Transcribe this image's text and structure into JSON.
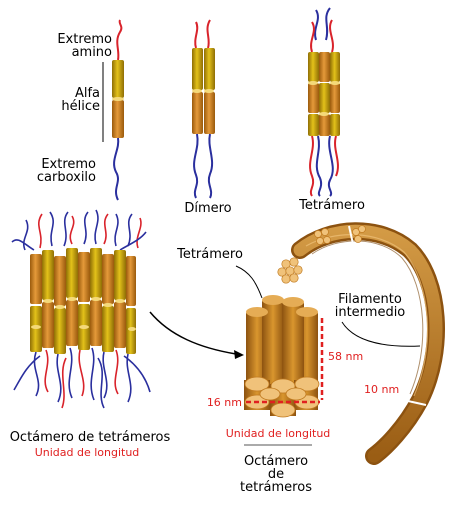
{
  "labels": {
    "extremo_amino_1": "Extremo",
    "extremo_amino_2": "amino",
    "alfa_helice_1": "Alfa",
    "alfa_helice_2": "hélice",
    "extremo_carboxilo_1": "Extremo",
    "extremo_carboxilo_2": "carboxilo",
    "dimero": "Dímero",
    "tetramero_top": "Tetrámero",
    "tetramero_mid": "Tetrámero",
    "filamento_1": "Filamento",
    "filamento_2": "intermedio",
    "octamero_left": "Octámero de tetrámeros",
    "unidad_left": "Unidad de longitud",
    "unidad_right": "Unidad de longitud",
    "octamero_right_1": "Octámero",
    "octamero_right_2": "de",
    "octamero_right_3": "tetrámeros",
    "dim_58": "58 nm",
    "dim_16": "16 nm",
    "dim_10": "10 nm"
  },
  "colors": {
    "amino_chain": "#d9232b",
    "carboxyl_chain": "#2a2f9e",
    "helix_gold": "#c9a20a",
    "helix_orange": "#d4861a",
    "filament": "#c67c23",
    "filament_dark": "#8c5210",
    "measure_red": "#e02020"
  }
}
